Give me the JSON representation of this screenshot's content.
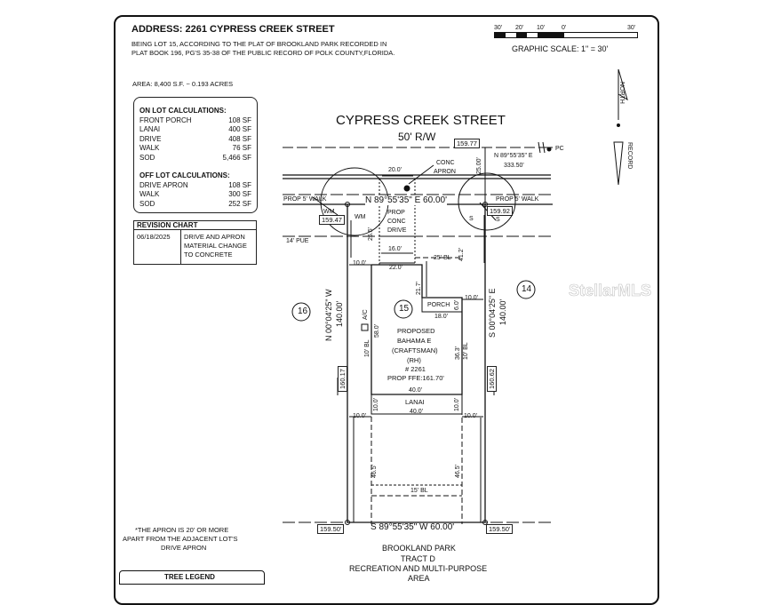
{
  "address": "ADDRESS: 2261 CYPRESS CREEK STREET",
  "legal_line1": "BEING LOT 15, ACCORDING TO THE PLAT OF BROOKLAND PARK RECORDED IN",
  "legal_line2": "PLAT BOOK 196, PG'S 35-38 OF THE PUBLIC RECORD OF POLK COUNTY,FLORIDA.",
  "area": "AREA: 8,400  S.F. ~ 0.193 ACRES",
  "scale": {
    "ticks": [
      "30'",
      "20'",
      "10'",
      "0'",
      "30'"
    ],
    "label": "GRAPHIC SCALE: 1\" = 30'"
  },
  "north_label": "NORTH",
  "record_label": "RECORD",
  "on_lot": {
    "title": "ON LOT CALCULATIONS:",
    "rows": [
      {
        "name": "FRONT PORCH",
        "value": "108  SF"
      },
      {
        "name": "LANAI",
        "value": "400  SF"
      },
      {
        "name": "DRIVE",
        "value": "408  SF"
      },
      {
        "name": "WALK",
        "value": "76  SF"
      },
      {
        "name": "SOD",
        "value": "5,466  SF"
      }
    ]
  },
  "off_lot": {
    "title": "OFF LOT CALCULATIONS:",
    "rows": [
      {
        "name": "DRIVE APRON",
        "value": "108  SF"
      },
      {
        "name": "WALK",
        "value": "300  SF"
      },
      {
        "name": "SOD",
        "value": "252  SF"
      }
    ]
  },
  "revision": {
    "title": "REVISION CHART",
    "date": "06/18/2025",
    "desc": [
      "DRIVE AND APRON",
      "MATERIAL CHANGE",
      "TO CONCRETE"
    ]
  },
  "street": {
    "name": "CYPRESS CREEK STREET",
    "rw": "50' R/W"
  },
  "labels": {
    "elev_top_mid": "159.77",
    "pc": "PC",
    "top_bearing": "N 89°55'35\" E",
    "top_dist": "333.50'",
    "conc_apron_1": "CONC",
    "conc_apron_2": "APRON",
    "apron_width": "20.0'",
    "dim_25": "25.00'",
    "prop_walk_left": "PROP 5' WALK",
    "prop_walk_right": "PROP 5' WALK",
    "wm1": "WM",
    "wm2": "WM",
    "front_bearing": "N 89°55'35\" E  60.00'",
    "elev_left_front": "159.47",
    "elev_right_front": "159.92",
    "s1": "S",
    "s2": "S",
    "drive_1": "PROP",
    "drive_2": "CONC",
    "drive_3": "DRIVE",
    "dim_25_5": "25.5'",
    "pue": "14' PUE",
    "dim_16": "16.0'",
    "bl_25": "25' BL",
    "dim_41_2": "41.2'",
    "left_10_top": "10.0'",
    "dim_22": "22.0'",
    "dim_21_7": "21.7'",
    "lot_left": "16",
    "lot_center": "15",
    "lot_right": "14",
    "left_bearing": "N 00°04'25\" W",
    "left_dist": "140.00'",
    "right_bearing": "S 00°04'25\" E",
    "right_dist": "140.00'",
    "porch": "PORCH",
    "dim_6": "6.0'",
    "dim_18": "18.0'",
    "right_10_porch": "10.0'",
    "ac": "A/C",
    "dim_58": "58.0'",
    "bl_10_left": "10' BL",
    "house_1": "PROPOSED",
    "house_2": "BAHAMA E",
    "house_3": "(CRAFTSMAN)",
    "house_4": "(RH)",
    "house_5": "# 2261",
    "house_6": "PROP FFE:161.70'",
    "dim_36_3": "36.3'",
    "bl_10_right": "10' BL",
    "elev_left_mid": "160.17",
    "elev_right_mid": "160.62",
    "dim_40_top": "40.0'",
    "lanai": "LANAI",
    "dim_40_bot": "40.0'",
    "lanai_10_left": "10.0'",
    "lanai_10_right": "10.0'",
    "left_10_bot": "10.0'",
    "right_10_bot": "10.0'",
    "dim_46_5_left": "46.5'",
    "dim_46_5_right": "46.5'",
    "bl_15": "15' BL",
    "rear_bearing": "S 89°55'35\" W  60.00'",
    "elev_rear_left": "159.50'",
    "elev_rear_right": "159.50'",
    "note_1": "*THE APRON IS 20' OR MORE",
    "note_2": "APART FROM THE ADJACENT LOT'S",
    "note_3": "DRIVE APRON",
    "tract_1": "BROOKLAND PARK",
    "tract_2": "TRACT D",
    "tract_3": "RECREATION AND MULTI-PURPOSE",
    "tract_4": "AREA",
    "tree_legend": "TREE LEGEND"
  },
  "watermark": "StellarMLS"
}
